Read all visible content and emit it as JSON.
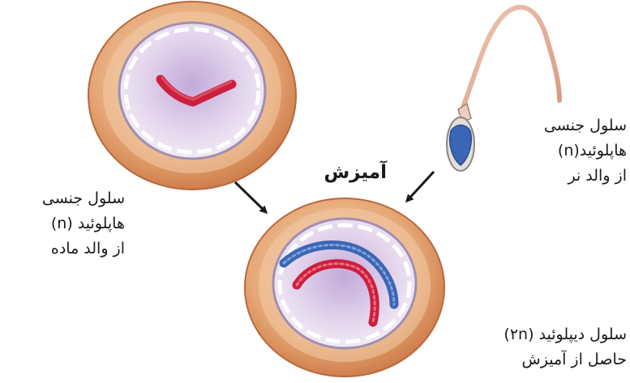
{
  "labels": {
    "female": {
      "line1": "سلول جنسی",
      "line2": "هاپلوئید (n)",
      "line3": "از والد ماده"
    },
    "male": {
      "line1": "سلول جنسی",
      "line2": "هاپلوئید(n)",
      "line3": "از والد نر"
    },
    "fusion": "آمیزش",
    "zygote": {
      "line1": "سلول دیپلوئید (۲n)",
      "line2": "حاصل از آمیزش"
    }
  },
  "colors": {
    "cell_outer": "#e3a072",
    "cell_inner": "#f1c6a0",
    "nucleus": "#ece0f1",
    "nucleus_center": "#c7aedc",
    "maternal_chromosome": "#cc1f3d",
    "paternal_chromosome": "#3b66b5",
    "sperm_tail": "#e6b49a",
    "arrow": "#1a1a1a"
  }
}
